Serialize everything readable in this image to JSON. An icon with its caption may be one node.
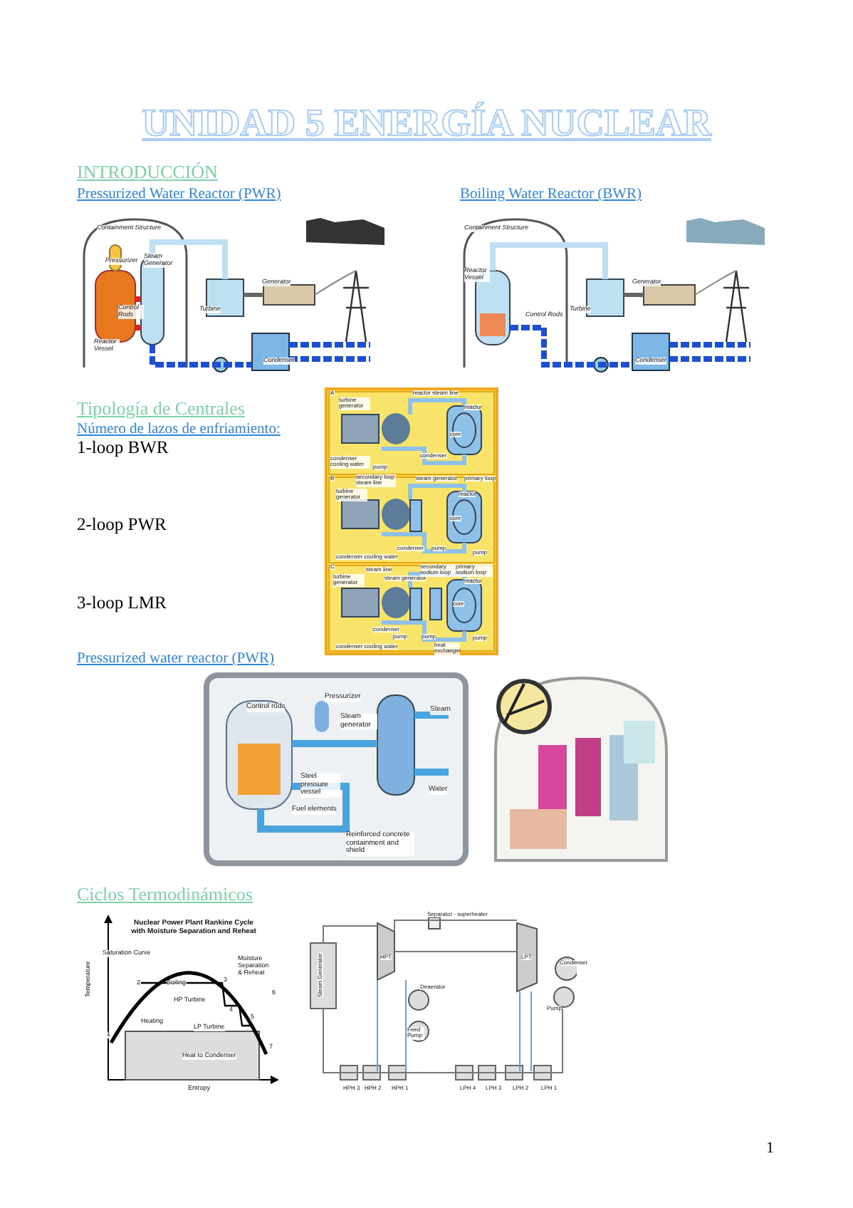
{
  "diagram": {
    "title": "UNIDAD 5 ENERGÍA NUCLEAR",
    "labels": [
      "INTRODUCCIÓN",
      "Pressurized Water Reactor (PWR)",
      "Boiling Water Reactor (BWR)",
      "Containment Structure",
      "Pressurizer",
      "Steam Generator",
      "Generator",
      "Turbine",
      "Control Rods",
      "Reactor Vessel",
      "Condenser",
      "Containment Structure",
      "Reactor Vessel",
      "Generator",
      "Turbine",
      "Control Rods",
      "Condenser",
      "Tipología de Centrales",
      "Número de lazos de enfriamiento:",
      "1-loop BWR",
      "2-loop PWR",
      "3-loop LMR",
      "A",
      "turbine generator",
      "reactor steam line",
      "reactor",
      "core",
      "condenser",
      "condenser cooling water",
      "pump",
      "B",
      "secondary loop steam line",
      "steam generator",
      "primary loop",
      "turbine generator",
      "reactor",
      "core",
      "condenser",
      "pump",
      "pump",
      "condenser cooling water",
      "C",
      "turbine generator",
      "steam line",
      "steam generator",
      "secondary sodium loop",
      "primary sodium loop",
      "reactor",
      "core",
      "condenser",
      "pump",
      "pump",
      "heat exchanger",
      "pump",
      "condenser cooling water",
      "Pressurized water reactor (PWR)",
      "Control rods",
      "Pressurizer",
      "Steam generator",
      "Steam",
      "Steel pressure vessel",
      "Fuel elements",
      "Water",
      "Reinforced concrete containment and shield",
      "Ciclos Termodinámicos",
      "Nuclear Power Plant Rankine Cycle with Moisture Separation and Reheat",
      "Temperature",
      "Saturation Curve",
      "1",
      "2",
      "Boiling",
      "3",
      "Moisture Separation & Reheat",
      "6",
      "HP Turbine",
      "4",
      "Heating",
      "5",
      "LP Turbine",
      "7",
      "Heat to Condenser",
      "Entropy",
      "Separator - superheater",
      "Steam Generator",
      "HPT",
      "LPT",
      "Condenser",
      "Deaerator",
      "Feed Pump",
      "Pump",
      "HPH 3",
      "HPH 2",
      "HPH 1",
      "LPH 4",
      "LPH 3",
      "LPH 2",
      "LPH 1",
      "1"
    ]
  }
}
